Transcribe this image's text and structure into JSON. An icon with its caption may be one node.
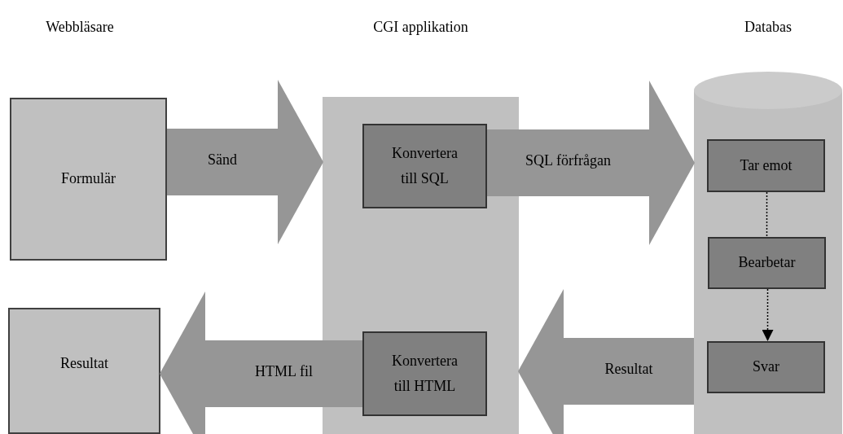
{
  "diagram": {
    "nodes": [
      {
        "text": [
          "Formulär"
        ]
      },
      {
        "text": [
          "CGI applikation"
        ]
      },
      {
        "text": [
          "Konvertera till SQL"
        ],
        "in": 1
      },
      {
        "text": [
          "Konvertera till HTML"
        ],
        "in": 1
      },
      {
        "text": [
          "Databas"
        ]
      },
      {
        "text": [
          "Tar emot"
        ],
        "in": 4
      },
      {
        "text": [
          "Bearbetar"
        ],
        "in": 4
      },
      {
        "text": [
          "Svar"
        ],
        "in": 4
      },
      {
        "text": [
          "Resultat"
        ]
      }
    ],
    "edges": [
      {
        "from": 0,
        "to": 1,
        "arrow": "to",
        "label": "Sänd"
      },
      {
        "from": 2,
        "to": 4,
        "arrow": "to",
        "label": "SQL förfrågan"
      },
      {
        "from": 4,
        "to": 1,
        "arrow": "to",
        "label": "Resultat"
      },
      {
        "from": 3,
        "to": 8,
        "arrow": "to",
        "label": "HTML fil"
      },
      {
        "from": 5,
        "to": 6,
        "arrow": "none",
        "style": "dashed",
        "color": "#000000"
      },
      {
        "from": 6,
        "to": 7,
        "arrow": "to",
        "style": "dashed",
        "color": "#000000"
      }
    ],
    "labels": [
      "Webbläsare"
    ]
  }
}
